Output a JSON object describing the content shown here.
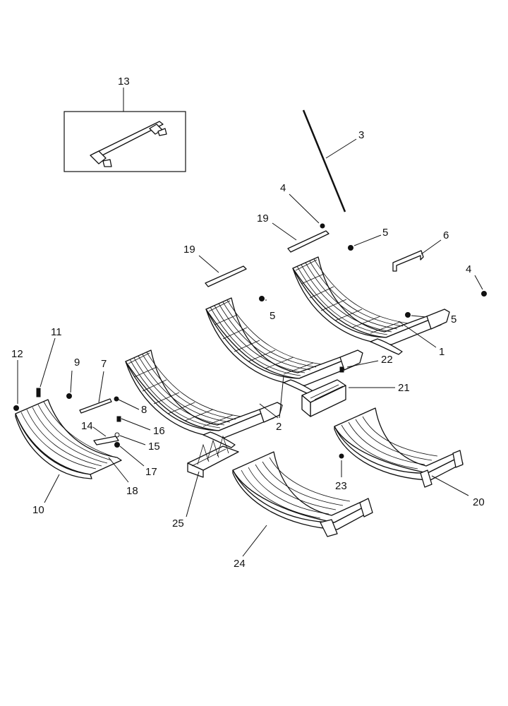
{
  "callouts": [
    {
      "id": "c13",
      "label": "13"
    },
    {
      "id": "c3",
      "label": "3"
    },
    {
      "id": "c4a",
      "label": "4"
    },
    {
      "id": "c4b",
      "label": "4"
    },
    {
      "id": "c19a",
      "label": "19"
    },
    {
      "id": "c19b",
      "label": "19"
    },
    {
      "id": "c5a",
      "label": "5"
    },
    {
      "id": "c5b",
      "label": "5"
    },
    {
      "id": "c5c",
      "label": "5"
    },
    {
      "id": "c6",
      "label": "6"
    },
    {
      "id": "c1",
      "label": "1"
    },
    {
      "id": "c2",
      "label": "2"
    },
    {
      "id": "c22",
      "label": "22"
    },
    {
      "id": "c21",
      "label": "21"
    },
    {
      "id": "c11",
      "label": "11"
    },
    {
      "id": "c12",
      "label": "12"
    },
    {
      "id": "c9",
      "label": "9"
    },
    {
      "id": "c7",
      "label": "7"
    },
    {
      "id": "c8",
      "label": "8"
    },
    {
      "id": "c14",
      "label": "14"
    },
    {
      "id": "c16",
      "label": "16"
    },
    {
      "id": "c15",
      "label": "15"
    },
    {
      "id": "c17",
      "label": "17"
    },
    {
      "id": "c18",
      "label": "18"
    },
    {
      "id": "c10",
      "label": "10"
    },
    {
      "id": "c25",
      "label": "25"
    },
    {
      "id": "c24",
      "label": "24"
    },
    {
      "id": "c23",
      "label": "23"
    },
    {
      "id": "c20",
      "label": "20"
    }
  ]
}
